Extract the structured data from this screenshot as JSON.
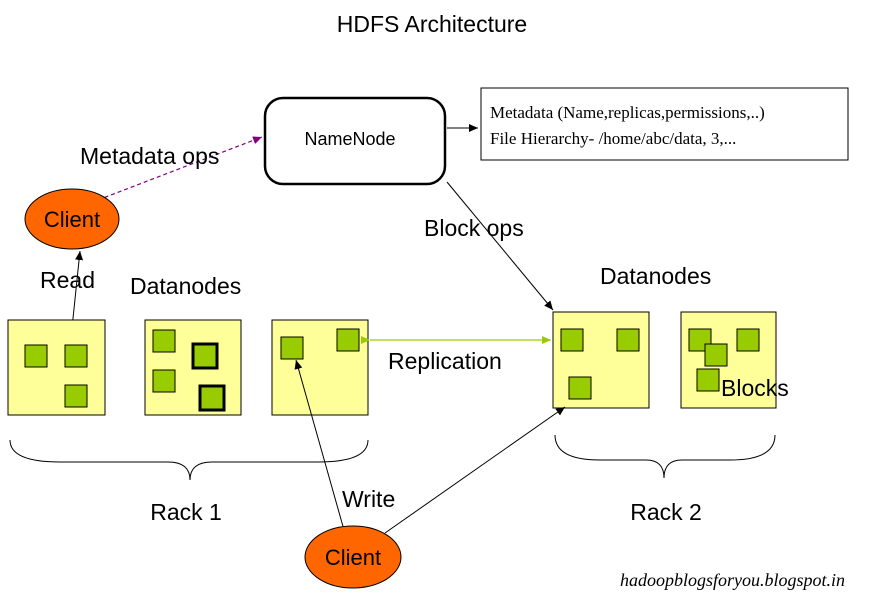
{
  "title": "HDFS Architecture",
  "namenode": {
    "label": "NameNode",
    "metadata_lines": [
      "Metadata (Name,replicas,permissions,..)",
      "File Hierarchy- /home/abc/data, 3,..."
    ]
  },
  "labels": {
    "metadata_ops": "Metadata ops",
    "block_ops": "Block ops",
    "read": "Read",
    "write": "Write",
    "replication": "Replication",
    "blocks": "Blocks",
    "datanodes_left": "Datanodes",
    "datanodes_right": "Datanodes",
    "rack1": "Rack 1",
    "rack2": "Rack 2"
  },
  "clients": {
    "top": "Client",
    "bottom": "Client"
  },
  "watermark": "hadoopblogsforyou.blogspot.in",
  "colors": {
    "datanode_fill": "#ffff99",
    "block_fill": "#99cc00",
    "client_fill": "#ff6600",
    "metadata_arrow": "#800080",
    "replication_arrow": "#99cc00"
  }
}
